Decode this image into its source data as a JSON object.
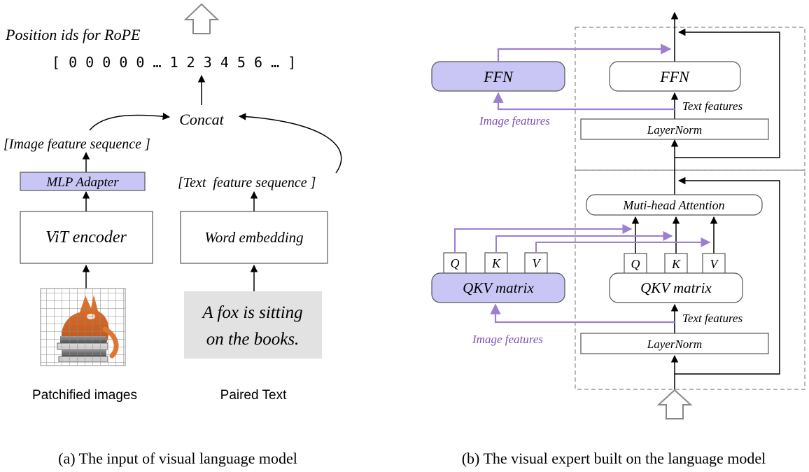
{
  "colors": {
    "purple_fill": "#c9c6f5",
    "purple_line": "#9d7fd0",
    "purple_text": "#7a4fb5",
    "box_stroke": "#555555",
    "dash": "#888888"
  },
  "panel_a": {
    "rope_title": "Position ids for RoPE",
    "position_ids": "[ 0 0 0 0 0 … 1 2 3 4 5 6 … ]",
    "concat": "Concat",
    "image_seq": "[Image feature sequence ]",
    "text_seq": "[Text  feature sequence ]",
    "mlp_adapter": "MLP Adapter",
    "vit_encoder": "ViT encoder",
    "word_embedding": "Word embedding",
    "sample_text_line1": "A fox is sitting",
    "sample_text_line2": "on the books.",
    "patch_label": "Patchified images",
    "paired_label": "Paired Text",
    "caption": "(a) The input of visual language model"
  },
  "panel_b": {
    "ffn_image": "FFN",
    "ffn_text": "FFN",
    "text_features_top": "Text features",
    "image_features_top": "Image features",
    "layernorm_top": "LayerNorm",
    "attention": "Muti-head Attention",
    "q_left": "Q",
    "k_left": "K",
    "v_left": "V",
    "q_right": "Q",
    "k_right": "K",
    "v_right": "V",
    "qkv_image": "QKV matrix",
    "qkv_text": "QKV matrix",
    "text_features_bottom": "Text features",
    "image_features_bottom": "Image features",
    "layernorm_bottom": "LayerNorm",
    "caption": "(b) The visual expert built on the language model"
  }
}
